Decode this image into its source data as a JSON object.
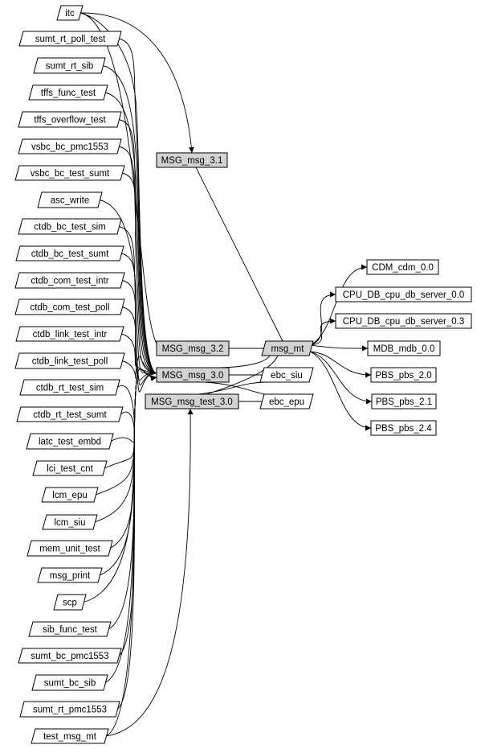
{
  "title": "msg_mt dependency graph",
  "colors": {
    "package_fill": "#d3d3d3",
    "leaf_fill": "#ffffff",
    "stroke": "#000000"
  },
  "nodes": [
    {
      "id": "itc",
      "label": "itc",
      "shape": "parallelogram",
      "fill": "white"
    },
    {
      "id": "sumt_rt_poll_test",
      "label": "sumt_rt_poll_test",
      "shape": "parallelogram",
      "fill": "white"
    },
    {
      "id": "sumt_rt_sib",
      "label": "sumt_rt_sib",
      "shape": "parallelogram",
      "fill": "white"
    },
    {
      "id": "tffs_func_test",
      "label": "tffs_func_test",
      "shape": "parallelogram",
      "fill": "white"
    },
    {
      "id": "tffs_overflow_test",
      "label": "tffs_overflow_test",
      "shape": "parallelogram",
      "fill": "white"
    },
    {
      "id": "vsbc_bc_pmc1553",
      "label": "vsbc_bc_pmc1553",
      "shape": "parallelogram",
      "fill": "white"
    },
    {
      "id": "vsbc_bc_test_sumt",
      "label": "vsbc_bc_test_sumt",
      "shape": "parallelogram",
      "fill": "white"
    },
    {
      "id": "asc_write",
      "label": "asc_write",
      "shape": "parallelogram",
      "fill": "white"
    },
    {
      "id": "ctdb_bc_test_sim",
      "label": "ctdb_bc_test_sim",
      "shape": "parallelogram",
      "fill": "white"
    },
    {
      "id": "ctdb_bc_test_sumt",
      "label": "ctdb_bc_test_sumt",
      "shape": "parallelogram",
      "fill": "white"
    },
    {
      "id": "ctdb_com_test_intr",
      "label": "ctdb_com_test_intr",
      "shape": "parallelogram",
      "fill": "white"
    },
    {
      "id": "ctdb_com_test_poll",
      "label": "ctdb_com_test_poll",
      "shape": "parallelogram",
      "fill": "white"
    },
    {
      "id": "ctdb_link_test_intr",
      "label": "ctdb_link_test_intr",
      "shape": "parallelogram",
      "fill": "white"
    },
    {
      "id": "ctdb_link_test_poll",
      "label": "ctdb_link_test_poll",
      "shape": "parallelogram",
      "fill": "white"
    },
    {
      "id": "ctdb_rt_test_sim",
      "label": "ctdb_rt_test_sim",
      "shape": "parallelogram",
      "fill": "white"
    },
    {
      "id": "ctdb_rt_test_sumt",
      "label": "ctdb_rt_test_sumt",
      "shape": "parallelogram",
      "fill": "white"
    },
    {
      "id": "latc_test_embd",
      "label": "latc_test_embd",
      "shape": "parallelogram",
      "fill": "white"
    },
    {
      "id": "lci_test_cnt",
      "label": "lci_test_cnt",
      "shape": "parallelogram",
      "fill": "white"
    },
    {
      "id": "lcm_epu",
      "label": "lcm_epu",
      "shape": "parallelogram",
      "fill": "white"
    },
    {
      "id": "lcm_siu",
      "label": "lcm_siu",
      "shape": "parallelogram",
      "fill": "white"
    },
    {
      "id": "mem_unit_test",
      "label": "mem_unit_test",
      "shape": "parallelogram",
      "fill": "white"
    },
    {
      "id": "msg_print",
      "label": "msg_print",
      "shape": "parallelogram",
      "fill": "white"
    },
    {
      "id": "scp",
      "label": "scp",
      "shape": "parallelogram",
      "fill": "white"
    },
    {
      "id": "sib_func_test",
      "label": "sib_func_test",
      "shape": "parallelogram",
      "fill": "white"
    },
    {
      "id": "sumt_bc_pmc1553",
      "label": "sumt_bc_pmc1553",
      "shape": "parallelogram",
      "fill": "white"
    },
    {
      "id": "sumt_bc_sib",
      "label": "sumt_bc_sib",
      "shape": "parallelogram",
      "fill": "white"
    },
    {
      "id": "sumt_rt_pmc1553",
      "label": "sumt_rt_pmc1553",
      "shape": "parallelogram",
      "fill": "white"
    },
    {
      "id": "test_msg_mt",
      "label": "test_msg_mt",
      "shape": "parallelogram",
      "fill": "white"
    },
    {
      "id": "MSG_msg_3.1",
      "label": "MSG_msg_3.1",
      "shape": "box",
      "fill": "gray"
    },
    {
      "id": "MSG_msg_3.2",
      "label": "MSG_msg_3.2",
      "shape": "box",
      "fill": "gray"
    },
    {
      "id": "MSG_msg_3.0",
      "label": "MSG_msg_3.0",
      "shape": "box",
      "fill": "gray"
    },
    {
      "id": "MSG_msg_test_3.0",
      "label": "MSG_msg_test_3.0",
      "shape": "box",
      "fill": "gray"
    },
    {
      "id": "msg_mt",
      "label": "msg_mt",
      "shape": "parallelogram",
      "fill": "gray"
    },
    {
      "id": "ebc_siu",
      "label": "ebc_siu",
      "shape": "parallelogram",
      "fill": "white"
    },
    {
      "id": "ebc_epu",
      "label": "ebc_epu",
      "shape": "parallelogram",
      "fill": "white"
    },
    {
      "id": "CDM_cdm_0.0",
      "label": "CDM_cdm_0.0",
      "shape": "box",
      "fill": "white"
    },
    {
      "id": "CPU_DB_cpu_db_server_0.0",
      "label": "CPU_DB_cpu_db_server_0.0",
      "shape": "box",
      "fill": "white"
    },
    {
      "id": "CPU_DB_cpu_db_server_0.3",
      "label": "CPU_DB_cpu_db_server_0.3",
      "shape": "box",
      "fill": "white"
    },
    {
      "id": "MDB_mdb_0.0",
      "label": "MDB_mdb_0.0",
      "shape": "box",
      "fill": "white"
    },
    {
      "id": "PBS_pbs_2.0",
      "label": "PBS_pbs_2.0",
      "shape": "box",
      "fill": "white"
    },
    {
      "id": "PBS_pbs_2.1",
      "label": "PBS_pbs_2.1",
      "shape": "box",
      "fill": "white"
    },
    {
      "id": "PBS_pbs_2.4",
      "label": "PBS_pbs_2.4",
      "shape": "box",
      "fill": "white"
    }
  ],
  "edges": [
    {
      "from": "itc",
      "to": "MSG_msg_3.1"
    },
    {
      "from": "itc",
      "to": "MSG_msg_3.0"
    },
    {
      "from": "itc",
      "to": "MSG_msg_3.2"
    },
    {
      "from": "sumt_rt_poll_test",
      "to": "MSG_msg_3.0"
    },
    {
      "from": "sumt_rt_sib",
      "to": "MSG_msg_3.0"
    },
    {
      "from": "tffs_func_test",
      "to": "MSG_msg_3.0"
    },
    {
      "from": "tffs_overflow_test",
      "to": "MSG_msg_3.0"
    },
    {
      "from": "vsbc_bc_pmc1553",
      "to": "MSG_msg_3.0"
    },
    {
      "from": "vsbc_bc_test_sumt",
      "to": "MSG_msg_3.0"
    },
    {
      "from": "asc_write",
      "to": "MSG_msg_3.0"
    },
    {
      "from": "ctdb_bc_test_sim",
      "to": "MSG_msg_3.0"
    },
    {
      "from": "ctdb_bc_test_sumt",
      "to": "MSG_msg_3.0"
    },
    {
      "from": "ctdb_com_test_intr",
      "to": "MSG_msg_3.0"
    },
    {
      "from": "ctdb_com_test_poll",
      "to": "MSG_msg_3.0"
    },
    {
      "from": "ctdb_link_test_intr",
      "to": "MSG_msg_3.0"
    },
    {
      "from": "ctdb_link_test_poll",
      "to": "MSG_msg_3.0"
    },
    {
      "from": "ctdb_rt_test_sim",
      "to": "MSG_msg_3.0"
    },
    {
      "from": "ctdb_rt_test_sumt",
      "to": "MSG_msg_3.0"
    },
    {
      "from": "latc_test_embd",
      "to": "MSG_msg_3.0"
    },
    {
      "from": "lci_test_cnt",
      "to": "MSG_msg_3.0"
    },
    {
      "from": "lcm_epu",
      "to": "MSG_msg_3.0"
    },
    {
      "from": "lcm_siu",
      "to": "MSG_msg_3.0"
    },
    {
      "from": "mem_unit_test",
      "to": "MSG_msg_3.0"
    },
    {
      "from": "msg_print",
      "to": "MSG_msg_3.0"
    },
    {
      "from": "scp",
      "to": "MSG_msg_3.0"
    },
    {
      "from": "sib_func_test",
      "to": "MSG_msg_3.0"
    },
    {
      "from": "sumt_bc_pmc1553",
      "to": "MSG_msg_3.0"
    },
    {
      "from": "sumt_bc_sib",
      "to": "MSG_msg_3.0"
    },
    {
      "from": "sumt_rt_pmc1553",
      "to": "MSG_msg_3.0"
    },
    {
      "from": "test_msg_mt",
      "to": "MSG_msg_3.0"
    },
    {
      "from": "test_msg_mt",
      "to": "MSG_msg_test_3.0"
    },
    {
      "from": "MSG_msg_3.1",
      "to": "msg_mt"
    },
    {
      "from": "MSG_msg_3.2",
      "to": "msg_mt"
    },
    {
      "from": "MSG_msg_3.0",
      "to": "msg_mt"
    },
    {
      "from": "MSG_msg_3.0",
      "to": "ebc_siu"
    },
    {
      "from": "MSG_msg_3.0",
      "to": "ebc_epu"
    },
    {
      "from": "MSG_msg_test_3.0",
      "to": "msg_mt"
    },
    {
      "from": "MSG_msg_test_3.0",
      "to": "ebc_siu"
    },
    {
      "from": "MSG_msg_test_3.0",
      "to": "ebc_epu"
    },
    {
      "from": "msg_mt",
      "to": "CDM_cdm_0.0"
    },
    {
      "from": "msg_mt",
      "to": "CPU_DB_cpu_db_server_0.0"
    },
    {
      "from": "msg_mt",
      "to": "CPU_DB_cpu_db_server_0.3"
    },
    {
      "from": "msg_mt",
      "to": "MDB_mdb_0.0"
    },
    {
      "from": "msg_mt",
      "to": "PBS_pbs_2.0"
    },
    {
      "from": "msg_mt",
      "to": "PBS_pbs_2.1"
    },
    {
      "from": "msg_mt",
      "to": "PBS_pbs_2.4"
    }
  ]
}
